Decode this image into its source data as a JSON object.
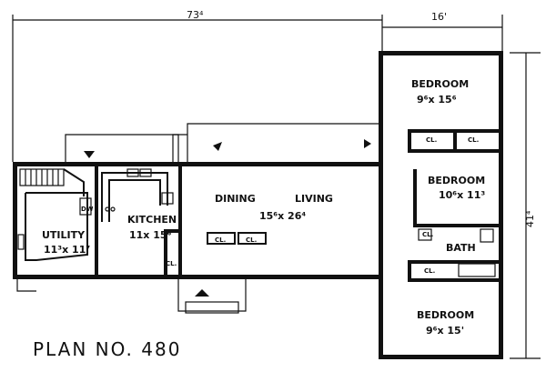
{
  "dimensions": {
    "overall_width": "73⁴",
    "wing_width": "16'",
    "wing_depth": "41⁴"
  },
  "rooms": {
    "bedroom_1": {
      "name": "BEDROOM",
      "size": "9⁶x 15⁶"
    },
    "bedroom_2": {
      "name": "BEDROOM",
      "size": "10⁶x 11³"
    },
    "bedroom_3": {
      "name": "BEDROOM",
      "size": "9⁶x 15'"
    },
    "dining": {
      "name": "DINING"
    },
    "living": {
      "name": "LIVING",
      "size": "15⁶x 26⁴"
    },
    "kitchen": {
      "name": "KITCHEN",
      "size": "11x 15⁶"
    },
    "utility": {
      "name": "UTILITY",
      "size": "11³x 11⁷"
    },
    "bath": {
      "name": "BATH"
    }
  },
  "closets": {
    "label": "CL.",
    "dw_label": "DW"
  },
  "title": "PLAN  NO. 480"
}
